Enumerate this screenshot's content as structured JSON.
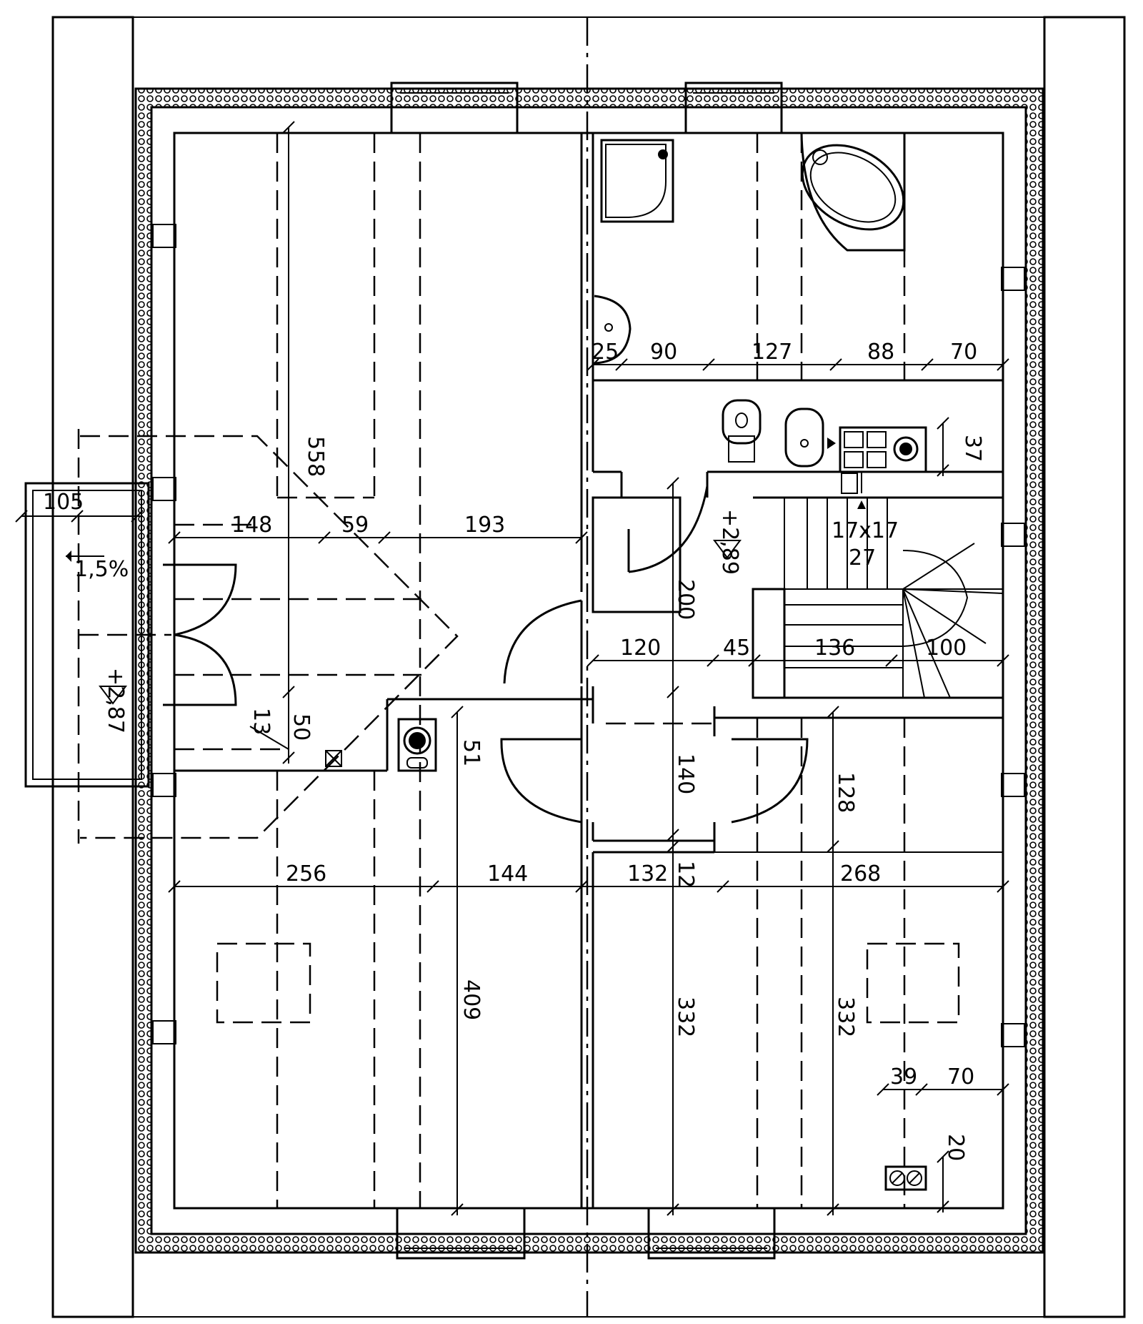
{
  "colors": {
    "line": "#000000",
    "background": "#ffffff"
  },
  "dimensions": {
    "d148": "148",
    "d59": "59",
    "d193": "193",
    "d558": "558",
    "d105": "105",
    "d25": "25",
    "d90": "90",
    "d127": "127",
    "d88": "88",
    "d70a": "70",
    "d37": "37",
    "d120": "120",
    "d45": "45",
    "d136": "136",
    "d100": "100",
    "d200": "200",
    "d13": "13",
    "d50": "50",
    "d51": "51",
    "d140": "140",
    "d128": "128",
    "d12": "12",
    "d256": "256",
    "d144": "144",
    "d132": "132",
    "d268": "268",
    "d409": "409",
    "d332a": "332",
    "d332b": "332",
    "d39": "39",
    "d70b": "70",
    "d20": "20"
  },
  "levels": {
    "balcony": "+2,87",
    "stair_landing": "+2,89"
  },
  "labels": {
    "slope": "1,5%",
    "stair_step": "17x17",
    "stair_count": "27"
  }
}
